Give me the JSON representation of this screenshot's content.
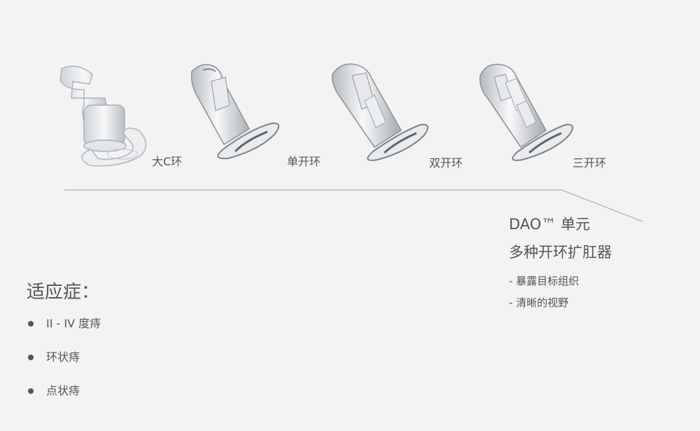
{
  "devices": [
    {
      "label": "大C环"
    },
    {
      "label": "单开环"
    },
    {
      "label": "双开环"
    },
    {
      "label": "三开环"
    }
  ],
  "product": {
    "title_line1": "DAO™ 单元",
    "title_line2": "多种开环扩肛器",
    "features": [
      "- 暴露目标组织",
      "- 清晰的视野"
    ]
  },
  "indication": {
    "title": "适应症：",
    "items": [
      "II - IV 度痔",
      "环状痔",
      "点状痔"
    ]
  },
  "colors": {
    "background": "#f3f3f3",
    "text": "#555555",
    "line": "#bbbbbb"
  }
}
